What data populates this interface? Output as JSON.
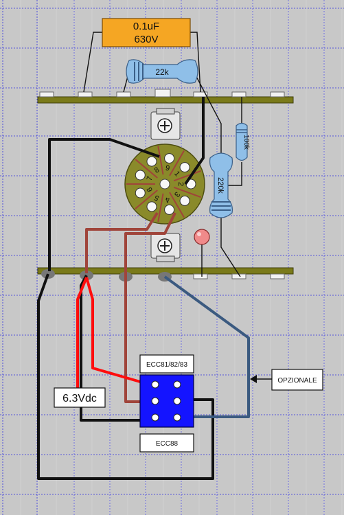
{
  "capacitor": {
    "value": "0.1uF",
    "voltage": "630V"
  },
  "resistors": {
    "r1": "22k",
    "r2": "100k",
    "r3": "220k"
  },
  "socket_pins": [
    "1",
    "2",
    "3",
    "4",
    "5",
    "6",
    "7",
    "8",
    "9"
  ],
  "labels": {
    "supply": "6.3Vdc",
    "tube_top": "ECC81/82/83",
    "tube_bottom": "ECC88",
    "optional": "OPZIONALE"
  },
  "colors": {
    "background": "#c8c8c8",
    "grid": "#2f2fe0",
    "board": "#7a7a1a",
    "wire_black": "#111111",
    "wire_red": "#ff0d0d",
    "wire_brown": "#a0443a",
    "wire_blue": "#3b5a80",
    "capacitor": "#f5a623",
    "resistor": "#8fbfe8",
    "socket": "#8a8a2a",
    "switch_block": "#1414ff",
    "led": "#f08a8a"
  }
}
